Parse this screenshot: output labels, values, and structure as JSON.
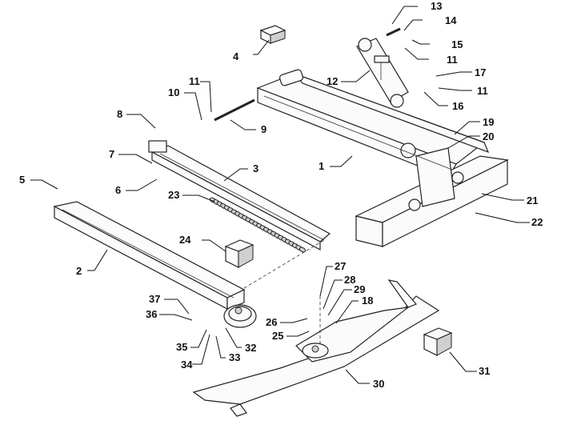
{
  "callouts": [
    {
      "id": "c1",
      "text": "1"
    },
    {
      "id": "c2",
      "text": "2"
    },
    {
      "id": "c3",
      "text": "3"
    },
    {
      "id": "c4",
      "text": "4"
    },
    {
      "id": "c5",
      "text": "5"
    },
    {
      "id": "c6",
      "text": "6"
    },
    {
      "id": "c7",
      "text": "7"
    },
    {
      "id": "c8",
      "text": "8"
    },
    {
      "id": "c9",
      "text": "9"
    },
    {
      "id": "c10",
      "text": "10"
    },
    {
      "id": "c11a",
      "text": "11"
    },
    {
      "id": "c11b",
      "text": "11"
    },
    {
      "id": "c11c",
      "text": "11"
    },
    {
      "id": "c12",
      "text": "12"
    },
    {
      "id": "c13",
      "text": "13"
    },
    {
      "id": "c14",
      "text": "14"
    },
    {
      "id": "c15",
      "text": "15"
    },
    {
      "id": "c16",
      "text": "16"
    },
    {
      "id": "c17",
      "text": "17"
    },
    {
      "id": "c18",
      "text": "18"
    },
    {
      "id": "c19",
      "text": "19"
    },
    {
      "id": "c20",
      "text": "20"
    },
    {
      "id": "c21",
      "text": "21"
    },
    {
      "id": "c22",
      "text": "22"
    },
    {
      "id": "c23",
      "text": "23"
    },
    {
      "id": "c24",
      "text": "24"
    },
    {
      "id": "c25",
      "text": "25"
    },
    {
      "id": "c26",
      "text": "26"
    },
    {
      "id": "c27",
      "text": "27"
    },
    {
      "id": "c28",
      "text": "28"
    },
    {
      "id": "c29",
      "text": "29"
    },
    {
      "id": "c30",
      "text": "30"
    },
    {
      "id": "c31",
      "text": "31"
    },
    {
      "id": "c32",
      "text": "32"
    },
    {
      "id": "c33",
      "text": "33"
    },
    {
      "id": "c34",
      "text": "34"
    },
    {
      "id": "c35",
      "text": "35"
    },
    {
      "id": "c36",
      "text": "36"
    },
    {
      "id": "c37",
      "text": "37"
    }
  ]
}
